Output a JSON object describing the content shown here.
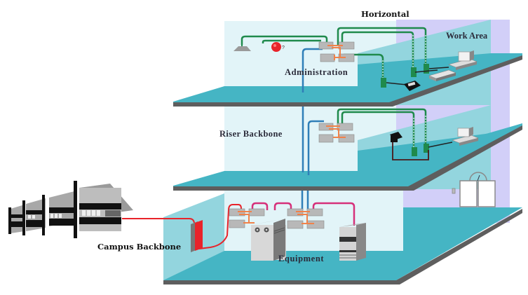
{
  "diagram": {
    "title": "Structured Cabling Subsystems",
    "labels": {
      "horizontal": "Horizontal",
      "work_area": "Work Area",
      "administration": "Administration",
      "riser_backbone": "Riser Backbone",
      "campus_backbone": "Campus Backbone",
      "equipment": "Equipment"
    },
    "colors": {
      "floor_top": "#45b5c4",
      "floor_edge": "#5e5e5e",
      "back_wall": "#e2f4f8",
      "partition": "#93d5de",
      "side_wall": "#d2cff8",
      "horizontal_cable": "#1f8a4c",
      "riser_cable": "#2f7fb8",
      "campus_cable": "#e8232a",
      "equipment_cable": "#d6307a",
      "patch": "#f0824a"
    },
    "floors": [
      {
        "name": "top-floor",
        "elements": [
          "ceiling-speaker",
          "alarm-bell",
          "patch-panel",
          "telephone",
          "printer",
          "computer"
        ]
      },
      {
        "name": "middle-floor",
        "elements": [
          "patch-panel",
          "fax-machine",
          "computer"
        ]
      },
      {
        "name": "ground-floor",
        "elements": [
          "patch-panel",
          "patch-panel",
          "pbx-cabinet",
          "server-tower",
          "elevator",
          "entrance-protector"
        ]
      }
    ]
  }
}
